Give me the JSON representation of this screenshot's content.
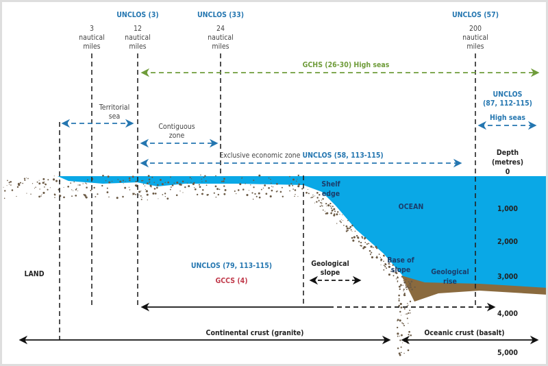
{
  "colors": {
    "ocean": "#0aa8e6",
    "sediment": "#8a6a3e",
    "unclos": "#2476b0",
    "gchs": "#6f9c3a",
    "gccs": "#c0394a"
  },
  "top_refs": {
    "r3": "UNCLOS (3)",
    "r33": "UNCLOS (33)",
    "r57": "UNCLOS (57)"
  },
  "limits": [
    {
      "value": "3",
      "unit1": "nautical",
      "unit2": "miles"
    },
    {
      "value": "12",
      "unit1": "nautical",
      "unit2": "miles"
    },
    {
      "value": "24",
      "unit1": "nautical",
      "unit2": "miles"
    },
    {
      "value": "200",
      "unit1": "nautical",
      "unit2": "miles"
    }
  ],
  "zones": {
    "gchs": "GCHS (26-30) High seas",
    "high_seas_ref1": "UNCLOS",
    "high_seas_ref2": "(87, 112-115)",
    "high_seas": "High seas",
    "territorial1": "Territorial",
    "territorial2": "sea",
    "contiguous1": "Contiguous",
    "contiguous2": "zone",
    "eez": "Exclusive economic zone",
    "eez_ref": "UNCLOS (58, 113-115)",
    "shelf_ref": "UNCLOS (79, 113-115)",
    "gccs": "GCCS (4)"
  },
  "features": {
    "land": "LAND",
    "ocean": "OCEAN",
    "shelf1": "Shelf",
    "shelf2": "edge",
    "base1": "Base of",
    "base2": "slope",
    "rise1": "Geological",
    "rise2": "rise",
    "slope1": "Geological",
    "slope2": "slope",
    "continental": "Continental crust (granite)",
    "oceanic": "Oceanic crust (basalt)"
  },
  "depth": {
    "title1": "Depth",
    "title2": "(metres)",
    "ticks": [
      "0",
      "1,000",
      "2,000",
      "3,000",
      "4,000",
      "5,000"
    ]
  }
}
